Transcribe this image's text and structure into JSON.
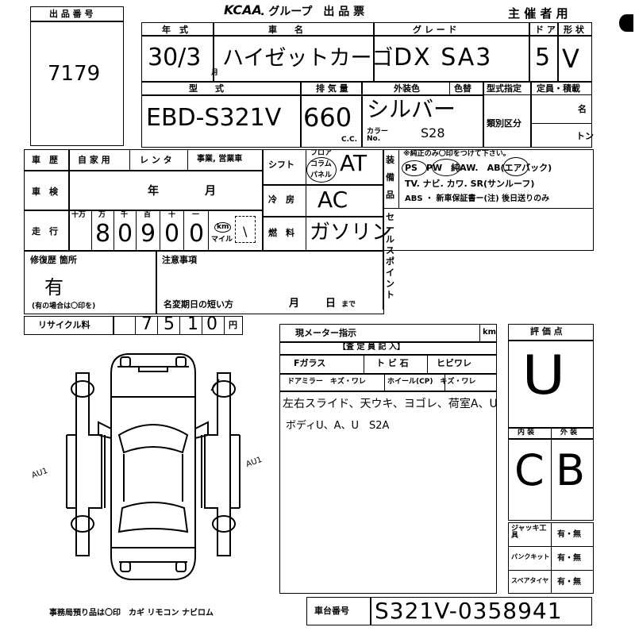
{
  "header": {
    "logo": "KCAA",
    "title": ". グループ　出 品 票",
    "organizer": "主 催 者 用"
  },
  "lot": {
    "label": "出 品 番 号",
    "number": "7179"
  },
  "vehicle": {
    "year_label": "年　式",
    "year_value": "30/3",
    "year_unit": "月",
    "name_label": "車　　名",
    "name_value": "ハイゼットカーゴ",
    "grade_label": "グ レ ー ド",
    "grade_value": "DX SA3",
    "door_label": "ド ア",
    "door_value": "5",
    "shape_label": "形 状",
    "shape_value": "V",
    "model_label": "型　　式",
    "model_value": "EBD-S321V",
    "displacement_label": "排 気 量",
    "displacement_value": "660",
    "displacement_unit": "C.C.",
    "color_label": "外装色",
    "color_value": "シルバー",
    "color_change_label": "色替",
    "color_no_label": "カラー No.",
    "color_no_value": "S28",
    "model_spec_label": "型式指定",
    "class_label": "類別区分",
    "capacity_label": "定員・積載",
    "capacity_unit_people": "名",
    "capacity_unit_ton": "トン"
  },
  "history": {
    "label": "車　歴",
    "options": [
      "自 家 用",
      "レ ン タ",
      "事業, 営業車"
    ]
  },
  "inspection": {
    "label": "車　検",
    "year": "年",
    "month": "月"
  },
  "mileage": {
    "label": "走　行",
    "units": [
      "十万",
      "万",
      "千",
      "百",
      "十",
      "一"
    ],
    "digits": [
      "8",
      "0",
      "9",
      "0",
      "0"
    ],
    "km_label": "km",
    "mile_label": "マイル"
  },
  "shift": {
    "label": "シフト",
    "positions": [
      "フロア",
      "コラム",
      "パネル"
    ],
    "value": "AT"
  },
  "ac": {
    "label": "冷　房",
    "value": "AC"
  },
  "fuel": {
    "label": "燃　料",
    "value": "ガソリン"
  },
  "equipment": {
    "label_chars": [
      "装",
      "備",
      "品"
    ],
    "note": "※純正のみ〇印をつけて下さい。",
    "row1": "PS　PW　純AW.　AB(エアバック)",
    "row2": "TV. ナビ. カワ. SR(サンルーフ)",
    "row3": "ABS ・ 新車保証書ー(注) 後日送りのみ"
  },
  "sales_point": {
    "label_chars": [
      "セ",
      "ー",
      "ル",
      "ス",
      "ポ",
      "イ",
      "ン",
      "ト"
    ]
  },
  "repair": {
    "label": "修復歴 箇所",
    "value": "有",
    "note": "(有の場合は〇印を)"
  },
  "notes": {
    "label": "注意事項",
    "change_label": "名変期日の短い方",
    "month": "月",
    "day": "日",
    "until": "まで"
  },
  "recycle": {
    "label": "リサイクル料",
    "digits": [
      "7",
      "5",
      "1",
      "0"
    ],
    "unit": "円"
  },
  "meter": {
    "label": "現メーター指示",
    "unit": "km"
  },
  "inspector": {
    "label": "【査 定 員 記 入】",
    "glass": "Fガラス",
    "chip": "ト ビ 石",
    "crack": "ヒビワレ",
    "mirror": "ドアミラー　キズ・ワレ",
    "wheel": "ホイール(CP)　キズ・ワレ",
    "comment1": "左右スライド、天ウキ、ヨゴレ、荷室A、U",
    "comment2": "ボディU、A、U　S2A"
  },
  "rating": {
    "label": "評 価 点",
    "value": "U",
    "interior_label": "内 装",
    "exterior_label": "外 装",
    "interior_value": "C",
    "exterior_value": "B"
  },
  "tools": {
    "jack_label": "ジャッキ工具",
    "puncture_label": "パンクキット",
    "spare_label": "スペアタイヤ",
    "choice": "有・無"
  },
  "office_items": "事務局預り品は〇印　カギ リモコン ナビロム",
  "chassis": {
    "label": "車台番号",
    "value": "S321V-0358941"
  },
  "diagram_marks": {
    "left": "AU1",
    "right": "AU1"
  }
}
